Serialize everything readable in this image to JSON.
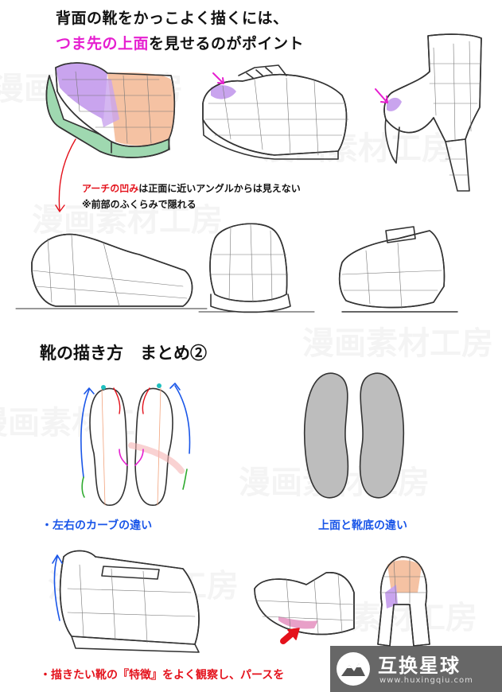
{
  "header": {
    "line1": "背面の靴をかっこよく描くには、",
    "line2_highlight": "つま先の上面",
    "line2_rest": "を見せるのがポイント"
  },
  "arch_note": {
    "highlight": "アーチの凹み",
    "rest": "は正面に近いアングルからは見えない",
    "sub": "※前部のふくらみで隠れる"
  },
  "section": {
    "title": "靴の描き方　まとめ②"
  },
  "captions": {
    "left_right_curve": "・左右のカーブの違い",
    "top_vs_sole": "上面と靴底の違い"
  },
  "footer": {
    "text": "・描きたい靴の『特徴』をよく観察し、パースを"
  },
  "watermark": {
    "title": "互换星球",
    "url": "www.huxingqiu.com",
    "tile_text": "漫画素材工房",
    "logo_icon": "mountain-logo-icon"
  },
  "colors": {
    "pink": "#e61fd0",
    "red": "#e4111b",
    "blue": "#1a56e8",
    "purple": "#c9a4ee",
    "peach": "#f5c2a3",
    "mint": "#9fd8b0",
    "sole_gray": "#bdbdbd"
  }
}
